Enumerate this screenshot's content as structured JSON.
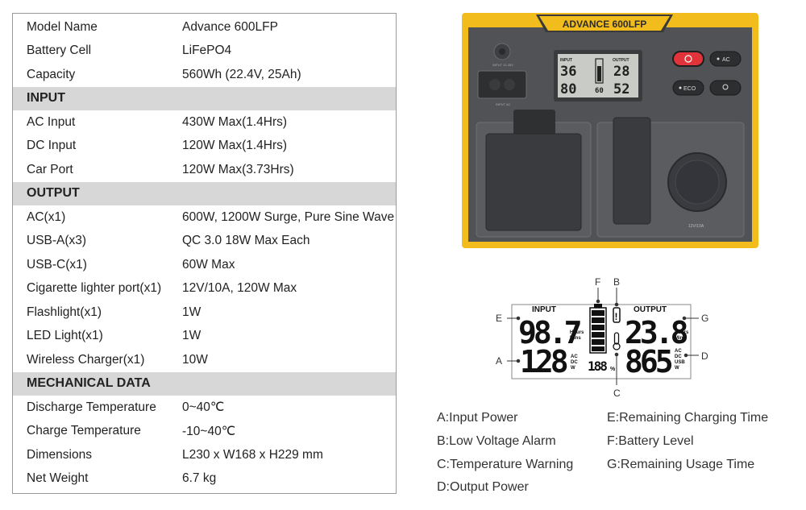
{
  "spec": {
    "rows": [
      {
        "type": "row",
        "k": "Model Name",
        "v": "Advance 600LFP"
      },
      {
        "type": "row",
        "k": "Battery Cell",
        "v": "LiFePO4"
      },
      {
        "type": "row",
        "k": "Capacity",
        "v": "560Wh (22.4V, 25Ah)"
      },
      {
        "type": "section",
        "k": "INPUT"
      },
      {
        "type": "row",
        "k": "AC Input",
        "v": "430W Max(1.4Hrs)"
      },
      {
        "type": "row",
        "k": "DC Input",
        "v": "120W Max(1.4Hrs)"
      },
      {
        "type": "row",
        "k": "Car Port",
        "v": "120W Max(3.73Hrs)"
      },
      {
        "type": "section",
        "k": "OUTPUT"
      },
      {
        "type": "row",
        "k": "AC(x1)",
        "v": "600W, 1200W Surge, Pure Sine Wave"
      },
      {
        "type": "row",
        "k": "USB-A(x3)",
        "v": "QC 3.0 18W Max Each"
      },
      {
        "type": "row",
        "k": "USB-C(x1)",
        "v": "60W Max"
      },
      {
        "type": "row",
        "k": "Cigarette lighter port(x1)",
        "v": "12V/10A, 120W Max"
      },
      {
        "type": "row",
        "k": "Flashlight(x1)",
        "v": "1W"
      },
      {
        "type": "row",
        "k": "LED Light(x1)",
        "v": "1W"
      },
      {
        "type": "row",
        "k": "Wireless Charger(x1)",
        "v": "10W"
      },
      {
        "type": "section",
        "k": "MECHANICAL DATA"
      },
      {
        "type": "row",
        "k": "Discharge Temperature",
        "v": "0~40℃"
      },
      {
        "type": "row",
        "k": "Charge Temperature",
        "v": "-10~40℃"
      },
      {
        "type": "row",
        "k": "Dimensions",
        "v": "L230 x W168 x H229 mm"
      },
      {
        "type": "row",
        "k": "Net Weight",
        "v": "6.7 kg"
      }
    ]
  },
  "product": {
    "badge": "ADVANCE 600LFP",
    "lcd_input": "INPUT",
    "lcd_output": "OUTPUT",
    "lcd_in_top": "36",
    "lcd_in_bottom": "80",
    "lcd_out_top": "28",
    "lcd_out_bottom": "52",
    "lcd_pct": "60",
    "btn_ac": "AC",
    "btn_eco": "ECO",
    "car_port_label": "12V/10A",
    "input_label": "INPUT AC",
    "dc_label": "INPUT 12-28V"
  },
  "lcd": {
    "input_label": "INPUT",
    "output_label": "OUTPUT",
    "in_top": "98.7",
    "in_bottom": "128",
    "out_top": "23.8",
    "out_bottom": "865",
    "pct": "188",
    "pct_sign": "%",
    "hours": "Hours",
    "mins": "Mins",
    "unit_ac": "AC",
    "unit_dc": "DC",
    "unit_w": "W",
    "unit_usb": "USB",
    "callouts": {
      "A": "A",
      "B": "B",
      "C": "C",
      "D": "D",
      "E": "E",
      "F": "F",
      "G": "G"
    }
  },
  "legend": [
    "A:Input Power",
    "E:Remaining Charging Time",
    "B:Low Voltage Alarm",
    "F:Battery Level",
    "C:Temperature Warning",
    "G:Remaining Usage Time",
    "D:Output Power"
  ],
  "colors": {
    "housing_yellow": "#f2bd1c",
    "panel_gray": "#4b4d50",
    "power_red": "#e0343a",
    "section_gray": "#d7d7d7",
    "lcd_bg": "#c9cbc6"
  }
}
